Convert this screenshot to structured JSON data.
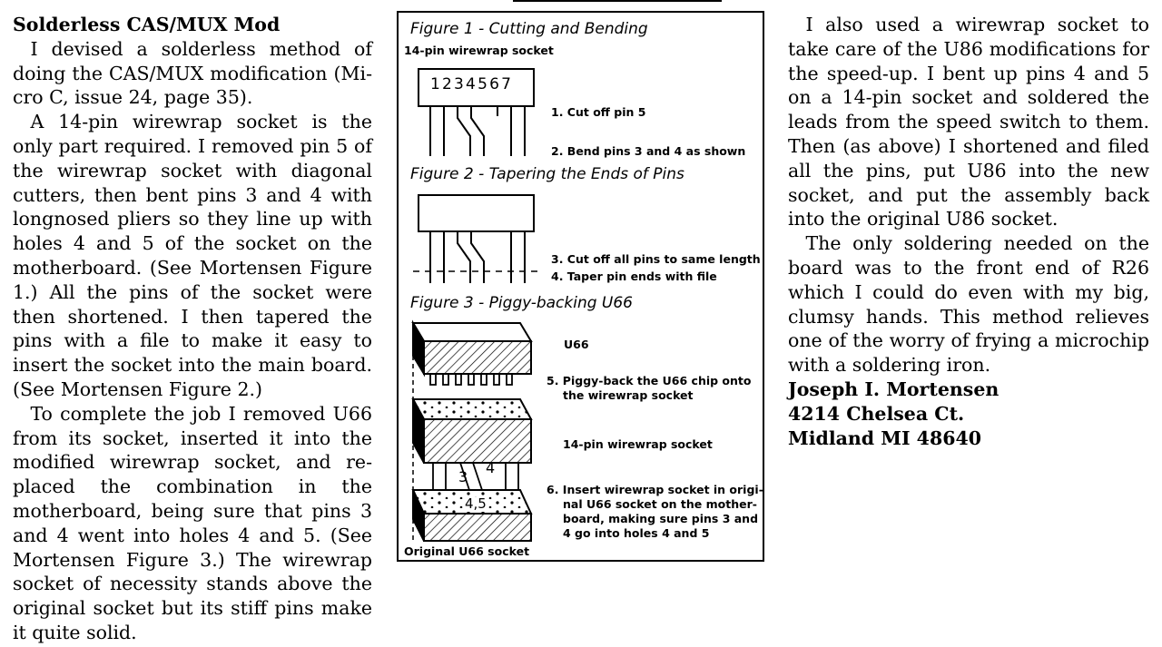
{
  "article": {
    "heading": "Solderless CAS/MUX Mod",
    "paragraphs": [
      "I devised a solderless method of doing the CAS/MUX modification (Mi­cro C, issue 24, page 35).",
      "A 14-pin wirewrap socket is the only part required. I removed pin 5 of the wirewrap socket with diagonal cutters, then bent pins 3 and 4 with long­nosed pliers so they line up with holes 4 and 5 of the socket on the mother­board. (See Mortensen Figure 1.) All the pins of the socket were then shortened. I then tapered the pins with a file to make it easy to insert the socket into the main board. (See Mor­tensen Figure 2.)",
      "To complete the job I removed U66 from its socket, inserted it into the modified wirewrap socket, and re­placed the combination in the mother­board, being sure that pins 3 and 4 went into holes 4 and 5. (See Morten­sen Figure 3.) The wirewrap socket of necessity stands above the original socket but its stiff pins make it quite solid."
    ],
    "right_paragraphs": [
      "I also used a wirewrap socket to take care of the U86 modifications for the speed-up. I bent up pins 4 and 5 on a 14-pin socket and soldered the leads from the speed switch to them. Then (as above) I shortened and filed all the pins, put U86 into the new socket, and put the assembly back into the original U86 socket.",
      "The only soldering needed on the board was to the front end of R26 which I could do even with my big, clumsy hands. This method relieves one of the worry of frying a microchip with a soldering iron."
    ],
    "signature": [
      "Joseph I. Mortensen",
      "4214 Chelsea Ct.",
      "Midland MI 48640"
    ]
  },
  "figure": {
    "fig1_title": "Figure 1 - Cutting and Bending",
    "fig1_socket_label": "14-pin wirewrap socket",
    "fig1_pin_numbers": "1234567",
    "fig1_step1": "1. Cut off pin 5",
    "fig1_step2": "2. Bend pins 3 and 4 as shown",
    "fig2_title": "Figure 2 - Tapering the Ends of Pins",
    "fig2_step3": "3. Cut off all pins to same length",
    "fig2_step4": "4. Taper pin ends with file",
    "fig3_title": "Figure 3 - Piggy-backing U66",
    "fig3_chip_label": "U66",
    "fig3_step5_line1": "5. Piggy-back the U66 chip onto",
    "fig3_step5_line2": "the wirewrap socket",
    "fig3_socket_label": "14-pin wirewrap socket",
    "fig3_step6_line1": "6. Insert wirewrap socket in origi-",
    "fig3_step6_line2": "nal U66 socket on the mother-",
    "fig3_step6_line3": "board, making sure pins 3 and",
    "fig3_step6_line4": "4 go into holes 4 and 5",
    "fig3_pin3": "3",
    "fig3_pin4": "4",
    "fig3_holes": "4,5",
    "fig3_bottom_label": "Original U66 socket"
  }
}
